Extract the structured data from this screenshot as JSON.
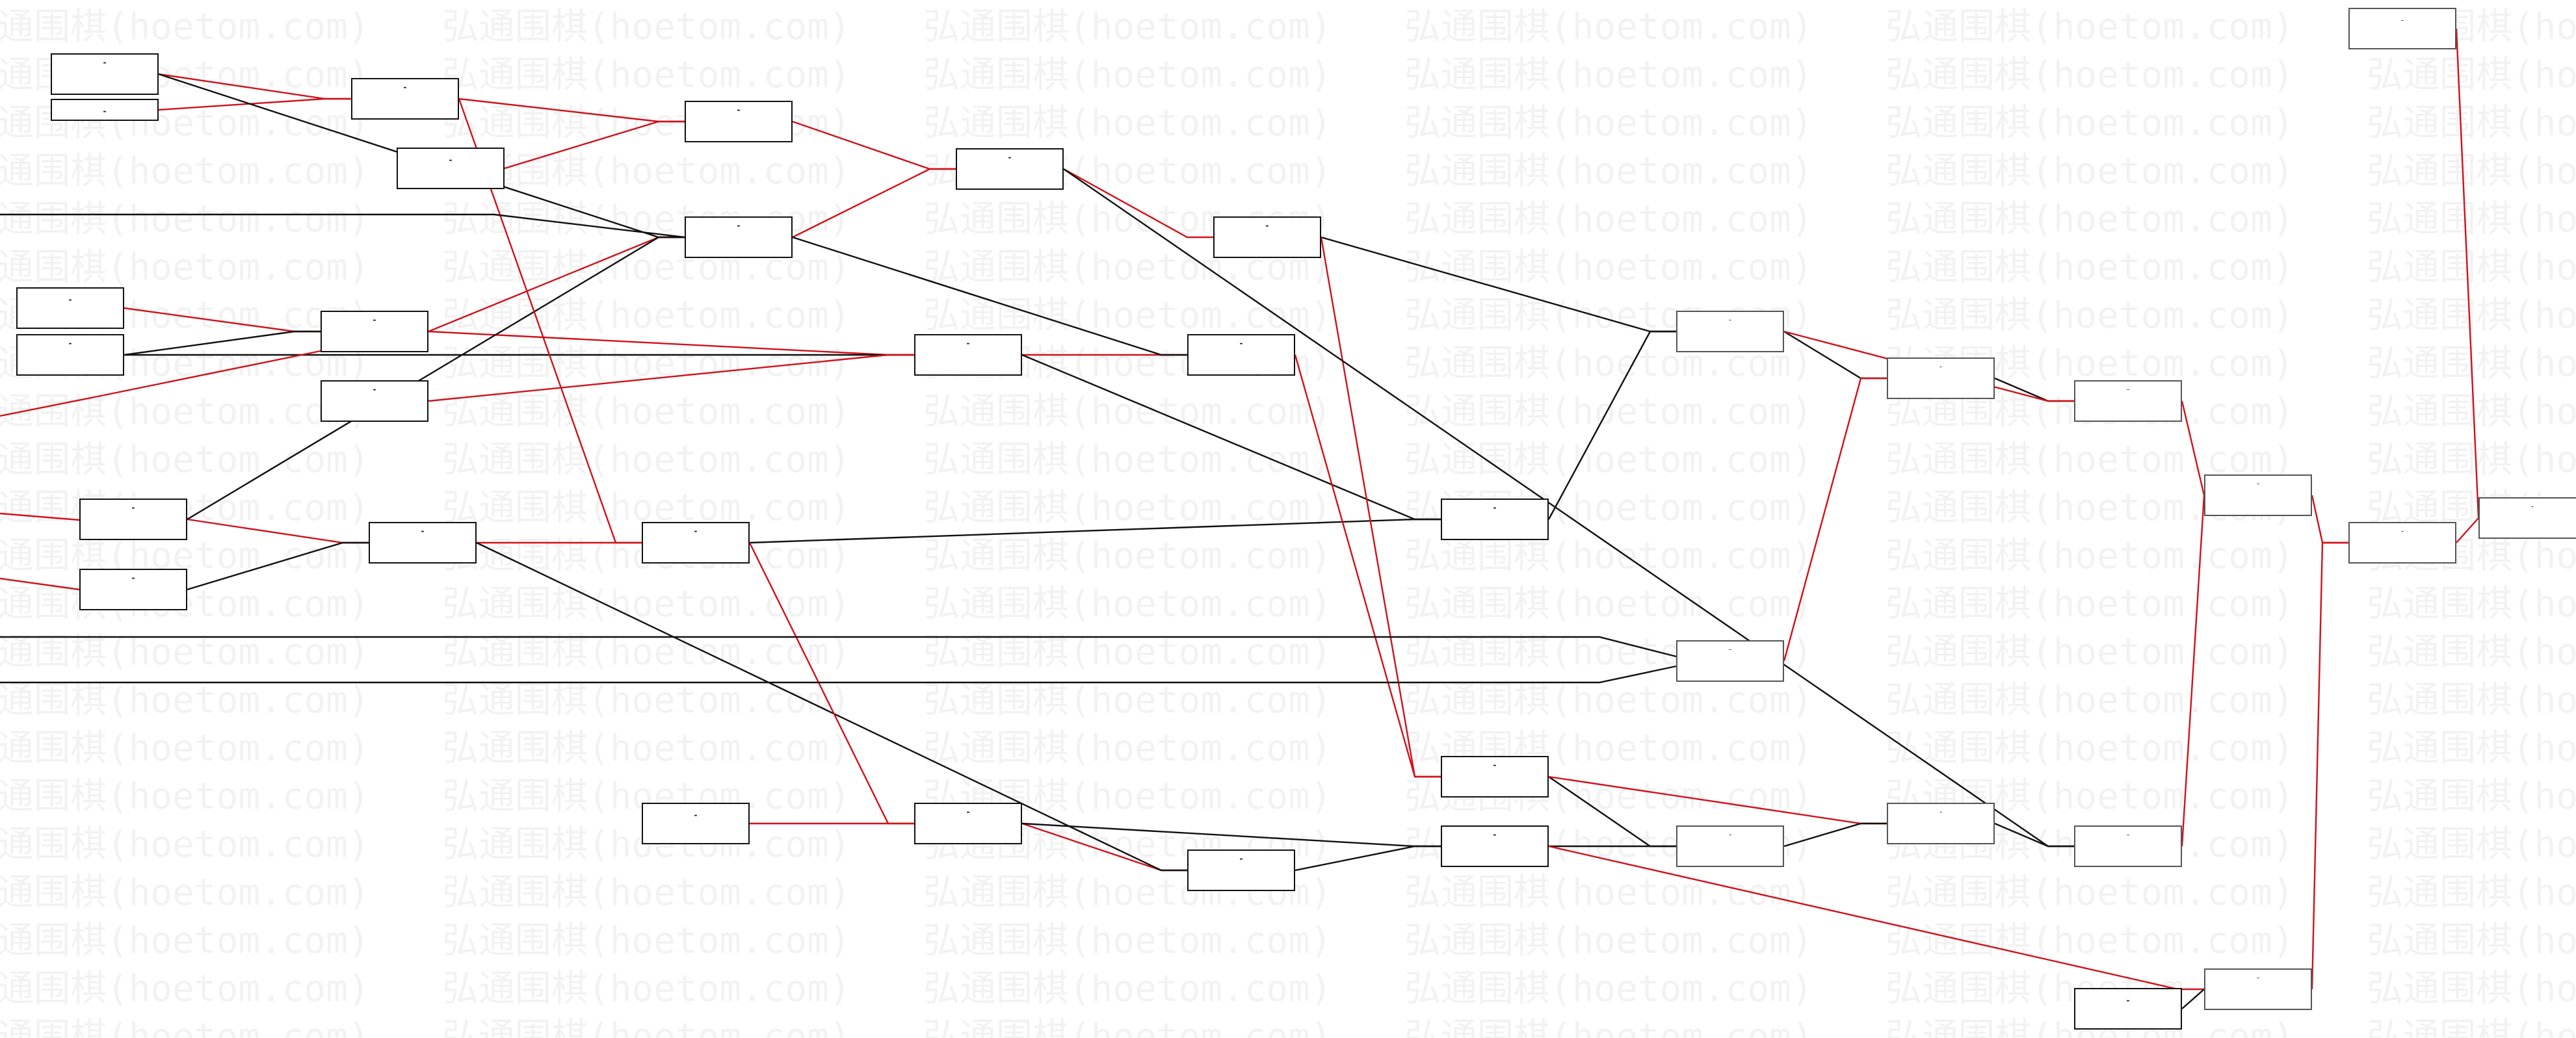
{
  "colors": {
    "win_edge": "#d0121b",
    "loss_edge": "#111111",
    "watermark": "#000000"
  },
  "watermark_text": "弘通围棋(hoetom.com)",
  "nodes": [
    {
      "id": "n1",
      "p": "島村俊宏",
      "o": "杉内雅男",
      "res": "黒中盤胜",
      "date": "1957-02-28"
    },
    {
      "id": "n2",
      "p": "藤沢秀行",
      "o": "",
      "res": "NT",
      "date": ""
    },
    {
      "id": "n3",
      "p": "島村俊宏",
      "o": "藤沢秀行",
      "pw": false,
      "ow": true,
      "res": "白胜2.0",
      "date": "1957-03-27"
    },
    {
      "id": "n4",
      "p": "藤沢秀行",
      "o": "向井一男",
      "res": "黒胜14.5",
      "date": "1957-06-26"
    },
    {
      "id": "n5",
      "p": "向井一男",
      "o": "",
      "res": "NT",
      "date": ""
    },
    {
      "id": "n6",
      "p": "中村勇太郎",
      "o": "藤沢秀行",
      "pw": false,
      "ow": true,
      "res": "白胜5.0目",
      "date": "1957-07-10"
    },
    {
      "id": "n7",
      "p": "中村勇太郎",
      "o": "杉内雅男",
      "res": "黒中盤胜",
      "date": "1957-06-20"
    },
    {
      "id": "n8",
      "p": "藤沢秀行",
      "o": "坂田栄男",
      "res": "黒中盤胜",
      "date": "1957-08-14"
    },
    {
      "id": "n9",
      "p": "坂田栄男",
      "o": "",
      "res": "NT",
      "date": ""
    },
    {
      "id": "n10",
      "p": "中村勇太郎",
      "o": "岩本薫",
      "res": "黒胜3.0",
      "date": "1957-03-28"
    },
    {
      "id": "n11",
      "p": "中村勇太郎",
      "o": "坂田栄男",
      "pw": false,
      "ow": true,
      "res": "白中盤胜",
      "date": "1957-04-25"
    },
    {
      "id": "n12",
      "p": "岩本薫",
      "o": "前田陳爾",
      "res": "黒中盤胜",
      "date": "1957-02-28"
    },
    {
      "id": "n13",
      "p": "坂田栄男",
      "o": "岩本薫",
      "res": "黒中盤胜",
      "date": "1957-06-19"
    },
    {
      "id": "n14",
      "p": "杉内雅男",
      "o": "坂田栄男",
      "res": "黒中盤胜",
      "date": "1957-07-24"
    },
    {
      "id": "n15",
      "p": "坂田栄男",
      "o": "曲励起",
      "res": "黒中盤胜",
      "date": "1957-11-21",
      "faded": true
    },
    {
      "id": "n16",
      "p": "曲励起",
      "o": "前田陳爾",
      "res": "黒胜3.0",
      "date": "1957-11-28",
      "faded": true
    },
    {
      "id": "n17",
      "p": "前田陳爾",
      "o": "坂田栄男",
      "pw": false,
      "ow": true,
      "res": "黒胜2.0",
      "date": "1957-12-12",
      "faded": true
    },
    {
      "id": "n18",
      "p": "坂田栄男",
      "o": "高川格",
      "res": "黒中盤胜",
      "date": "1957-12-18",
      "faded": true
    },
    {
      "id": "n19",
      "p": "坂田栄男",
      "o": "島村俊宏",
      "res": "黒胜5.0",
      "date": "1957-12-25",
      "faded": true
    },
    {
      "id": "n20",
      "p": "木谷実",
      "o": "島村俊宏",
      "res": "黒胜10.0目",
      "date": "1958-03-12",
      "faded": true
    },
    {
      "id": "n21",
      "p": "木谷実",
      "o": "",
      "res": "NT",
      "date": "",
      "faded": true
    },
    {
      "id": "n22",
      "p": "曲励起",
      "o": "杉内雅男",
      "res": "黒中盤胜",
      "date": "1957-05-09"
    },
    {
      "id": "n23",
      "p": "長谷川章",
      "o": "高川格",
      "res": "黒中盤胜",
      "date": "1956-02-19"
    },
    {
      "id": "n24",
      "p": "高川格",
      "o": "曲励起",
      "pw": false,
      "ow": true,
      "res": "白中盤胜",
      "date": "1957-06-12"
    },
    {
      "id": "n25",
      "p": "島村俊宏",
      "o": "曲励起",
      "res": "黒胜7.0",
      "date": "1957-06-20"
    },
    {
      "id": "n26",
      "p": "岩本薫",
      "o": "曲励起",
      "res": "黒中盤胜",
      "date": "1957-07-11"
    },
    {
      "id": "n27",
      "p": "前田陳爾",
      "o": "藤沢秀行",
      "res": "黒中盤胜",
      "date": "1957-06-19",
      "faded": true
    },
    {
      "id": "n28",
      "p": "杉内雅男",
      "o": "藤沢秀行",
      "res": "黒中盤胜",
      "date": "1957-10-02"
    },
    {
      "id": "n29",
      "p": "高川格",
      "o": "島村俊宏",
      "pw": false,
      "ow": true,
      "res": "白中盤胜",
      "date": "1957-10-09"
    },
    {
      "id": "n30",
      "p": "藤沢秀行",
      "o": "高川格",
      "res": "黒中盤胜",
      "date": "1957-10-30",
      "faded": true
    },
    {
      "id": "n31",
      "p": "杉内雅男",
      "o": "高川格",
      "res": "黒中盤胜",
      "date": "1957-11-06",
      "faded": true
    },
    {
      "id": "n32",
      "p": "高川格",
      "o": "中村勇太郎",
      "res": "黒中盤胜",
      "date": "1957-11-28",
      "faded": true
    },
    {
      "id": "n33",
      "p": "島村俊宏",
      "o": "中村勇太郎",
      "res": "黒中盤胜",
      "date": "1957-10-17",
      "faded": true
    },
    {
      "id": "n34",
      "p": "中村勇太郎",
      "o": "",
      "res": "NT",
      "date": ""
    },
    {
      "id": "n35",
      "p": "岩本薫",
      "o": "",
      "res": "NT",
      "date": ""
    },
    {
      "id": "n36",
      "p": "岩本薫",
      "o": "島村俊宏",
      "res": "黒胜2.0",
      "date": "1957-08-22"
    },
    {
      "id": "n37",
      "p": "岩本薫",
      "o": "高川格",
      "res": "黒中盤胜",
      "date": "1957-09-12"
    }
  ],
  "edges": [
    {
      "a": "n1",
      "b": "n3",
      "win": true
    },
    {
      "a": "n2",
      "b": "n3",
      "win": true
    },
    {
      "a": "n3",
      "b": "n4",
      "win": true
    },
    {
      "a": "n5",
      "b": "n4",
      "win": true
    },
    {
      "a": "n4",
      "b": "n6",
      "win": true
    },
    {
      "a": "n7",
      "b": "n6",
      "win": true
    },
    {
      "a": "n1",
      "b": "n7",
      "win": false
    },
    {
      "a": "n6",
      "b": "n8",
      "win": true
    },
    {
      "a": "n9",
      "b": "n11",
      "win": true
    },
    {
      "a": "n10",
      "b": "n11",
      "win": false
    },
    {
      "a": "n11",
      "b": "n7",
      "win": true
    },
    {
      "a": "n11",
      "b": "n13",
      "win": true
    },
    {
      "a": "n10",
      "b": "n13",
      "win": false
    },
    {
      "a": "n12",
      "b": "n13",
      "win": true
    },
    {
      "a": "n13",
      "b": "n14",
      "win": true
    },
    {
      "a": "n7",
      "b": "n14",
      "win": false
    },
    {
      "a": "n8",
      "b": "n15",
      "win": false
    },
    {
      "a": "n15",
      "b": "n16",
      "win": false
    },
    {
      "a": "n16",
      "b": "n17",
      "win": false
    },
    {
      "a": "n17",
      "b": "n18",
      "win": true
    },
    {
      "a": "n18",
      "b": "n19",
      "win": true
    },
    {
      "a": "n19",
      "b": "n20",
      "win": true
    },
    {
      "a": "n21",
      "b": "n20",
      "win": true
    },
    {
      "a": "n22",
      "b": "n24",
      "win": true
    },
    {
      "a": "n23",
      "b": "n24",
      "win": false
    },
    {
      "a": "n24",
      "b": "n25",
      "win": true
    },
    {
      "a": "n22",
      "b": "n7",
      "win": false
    },
    {
      "a": "n3",
      "b": "n25",
      "win": true
    },
    {
      "a": "n25",
      "b": "n26",
      "win": false
    },
    {
      "a": "n13",
      "b": "n26",
      "win": false
    },
    {
      "a": "n26",
      "b": "n15",
      "win": false
    },
    {
      "a": "n27",
      "b": "n16",
      "win": true
    },
    {
      "a": "n14",
      "b": "n28",
      "win": true
    },
    {
      "a": "n8",
      "b": "n28",
      "win": true
    },
    {
      "a": "n28",
      "b": "n30",
      "win": false
    },
    {
      "a": "n28",
      "b": "n31",
      "win": true
    },
    {
      "a": "n29",
      "b": "n30",
      "win": false
    },
    {
      "a": "n30",
      "b": "n31",
      "win": false
    },
    {
      "a": "n31",
      "b": "n32",
      "win": false
    },
    {
      "a": "n32",
      "b": "n18",
      "win": true
    },
    {
      "a": "n29",
      "b": "n33",
      "win": true
    },
    {
      "a": "n34",
      "b": "n33",
      "win": false
    },
    {
      "a": "n33",
      "b": "n19",
      "win": true
    },
    {
      "a": "n15",
      "b": "n17",
      "win": true
    },
    {
      "a": "n35",
      "b": "n36",
      "win": true
    },
    {
      "a": "n36",
      "b": "n37",
      "win": true
    },
    {
      "a": "n24",
      "b": "n37",
      "win": false
    },
    {
      "a": "n37",
      "b": "n29",
      "win": false
    },
    {
      "a": "n36",
      "b": "n29",
      "win": false
    },
    {
      "a": "n25",
      "b": "n36",
      "win": true
    },
    {
      "a": "n6",
      "b": "n32",
      "win": false
    }
  ]
}
